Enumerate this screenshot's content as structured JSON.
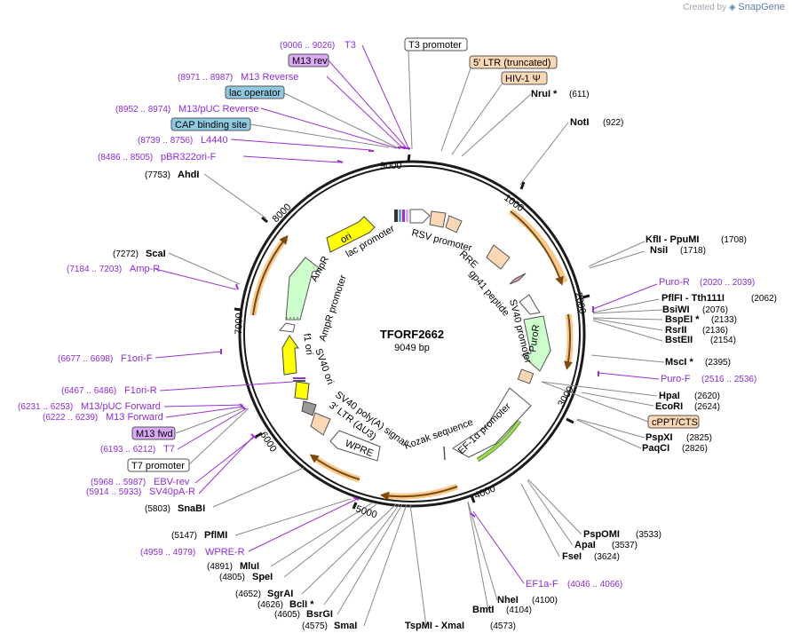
{
  "branding": {
    "created_by": "Created by",
    "brand": "SnapGene"
  },
  "plasmid": {
    "name": "TFORF2662",
    "size": "9049 bp"
  },
  "ticks": [
    "1000",
    "2000",
    "3000",
    "4000",
    "5000",
    "6000",
    "7000",
    "8000",
    "9000"
  ],
  "labels": {
    "enzymes": [
      {
        "name": "NruI *",
        "pos": "(611)"
      },
      {
        "name": "NotI",
        "pos": "(922)"
      },
      {
        "name": "KflI - PpuMI",
        "pos": "(1708)"
      },
      {
        "name": "NsiI",
        "pos": "(1718)"
      },
      {
        "name": "PflFI - Tth111I",
        "pos": "(2062)"
      },
      {
        "name": "BsiWI",
        "pos": "(2076)"
      },
      {
        "name": "BspEI *",
        "pos": "(2133)"
      },
      {
        "name": "RsrII",
        "pos": "(2136)"
      },
      {
        "name": "BstEII",
        "pos": "(2154)"
      },
      {
        "name": "MscI *",
        "pos": "(2395)"
      },
      {
        "name": "HpaI",
        "pos": "(2620)"
      },
      {
        "name": "EcoRI",
        "pos": "(2624)"
      },
      {
        "name": "PspXI",
        "pos": "(2825)"
      },
      {
        "name": "PaqCI",
        "pos": "(2826)"
      },
      {
        "name": "PspOMI",
        "pos": "(3533)"
      },
      {
        "name": "ApaI",
        "pos": "(3537)"
      },
      {
        "name": "FseI",
        "pos": "(3624)"
      },
      {
        "name": "NheI",
        "pos": "(4100)"
      },
      {
        "name": "BmtI",
        "pos": "(4104)"
      },
      {
        "name": "TspMI - XmaI",
        "pos": "(4573)"
      },
      {
        "name": "SmaI",
        "pos": "(4575)"
      },
      {
        "name": "BsrGI",
        "pos": "(4605)"
      },
      {
        "name": "BclI *",
        "pos": "(4626)"
      },
      {
        "name": "SgrAI",
        "pos": "(4652)"
      },
      {
        "name": "SpeI",
        "pos": "(4805)"
      },
      {
        "name": "MluI",
        "pos": "(4891)"
      },
      {
        "name": "PflMI",
        "pos": "(5147)"
      },
      {
        "name": "SnaBI",
        "pos": "(5803)"
      },
      {
        "name": "ScaI",
        "pos": "(7272)"
      },
      {
        "name": "AhdI",
        "pos": "(7753)"
      }
    ],
    "primers": [
      {
        "name": "T3",
        "pos": "(9006 .. 9026)"
      },
      {
        "name": "M13 Reverse",
        "pos": "(8971 .. 8987)"
      },
      {
        "name": "M13/pUC Reverse",
        "pos": "(8952 .. 8974)"
      },
      {
        "name": "L4440",
        "pos": "(8739 .. 8756)"
      },
      {
        "name": "pBR322ori-F",
        "pos": "(8486 .. 8505)"
      },
      {
        "name": "Amp-R",
        "pos": "(7184 .. 7203)"
      },
      {
        "name": "F1ori-F",
        "pos": "(6677 .. 6698)"
      },
      {
        "name": "F1ori-R",
        "pos": "(6467 .. 6486)"
      },
      {
        "name": "M13/pUC Forward",
        "pos": "(6231 .. 6253)"
      },
      {
        "name": "M13 Forward",
        "pos": "(6222 .. 6239)"
      },
      {
        "name": "T7",
        "pos": "(6193 .. 6212)"
      },
      {
        "name": "EBV-rev",
        "pos": "(5968 .. 5987)"
      },
      {
        "name": "SV40pA-R",
        "pos": "(5914 .. 5933)"
      },
      {
        "name": "WPRE-R",
        "pos": "(4959 .. 4979)"
      },
      {
        "name": "Puro-R",
        "pos": "(2020 .. 2039)"
      },
      {
        "name": "Puro-F",
        "pos": "(2516 .. 2536)"
      },
      {
        "name": "EF1a-F",
        "pos": "(4046 .. 4066)"
      }
    ],
    "boxed": {
      "t3_promoter": "T3 promoter",
      "m13_rev": "M13 rev",
      "lac_operator": "lac operator",
      "cap_site": "CAP binding site",
      "ltr5": "5′ LTR (truncated)",
      "hiv_psi": "HIV-1 Ψ",
      "cppt": "cPPT/CTS",
      "m13_fwd": "M13 fwd",
      "t7_promoter": "T7 promoter"
    }
  },
  "features": {
    "lac_promoter": "lac promoter",
    "rsv_promoter": "RSV promoter",
    "rre": "RRE",
    "gp41": "gp41 peptide",
    "sv40_promoter": "SV40 promoter",
    "puror": "PuroR",
    "ef1a": "EF-1α promoter",
    "kozak": "Kozak sequence",
    "wpre": "WPRE",
    "ltr3": "3′ LTR (ΔU3)",
    "sv40_polya": "SV40 poly(A) signal",
    "sv40_ori": "SV40 ori",
    "f1_ori": "f1 ori",
    "ampr_promoter": "AmpR promoter",
    "ampr": "AmpR",
    "ori": "ori"
  },
  "colors": {
    "backbone": "#1a1a1a",
    "primer": "#9b30d9",
    "enzyme_line": "#888888",
    "promoter_fill": "#ffffff",
    "ltr_fill": "#fbd7b5",
    "marker_fill": "#ccffcc",
    "ori_fill": "#ffff00",
    "lac_box": "#8fc9e0",
    "m13_box": "#d9a9f5",
    "orf_arrow": "#e3a24f"
  }
}
